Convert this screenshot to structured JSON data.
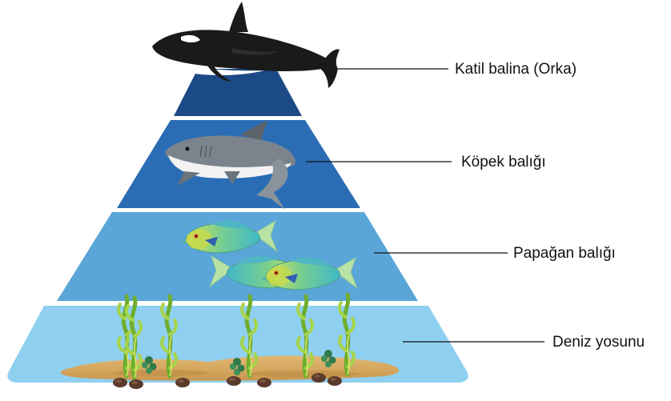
{
  "pyramid": {
    "levels": [
      {
        "id": "top",
        "label": "Katil balina (Orka)",
        "organism": "orca",
        "color": "#1c4a86"
      },
      {
        "id": "second",
        "label": "Köpek balığı",
        "organism": "shark",
        "color": "#2b6db5"
      },
      {
        "id": "third",
        "label": "Papağan balığı",
        "organism": "parrotfish",
        "color": "#5aa6d8"
      },
      {
        "id": "base",
        "label": "Deniz yosunu",
        "organism": "seaweed",
        "color": "#8fd0f0"
      }
    ]
  }
}
